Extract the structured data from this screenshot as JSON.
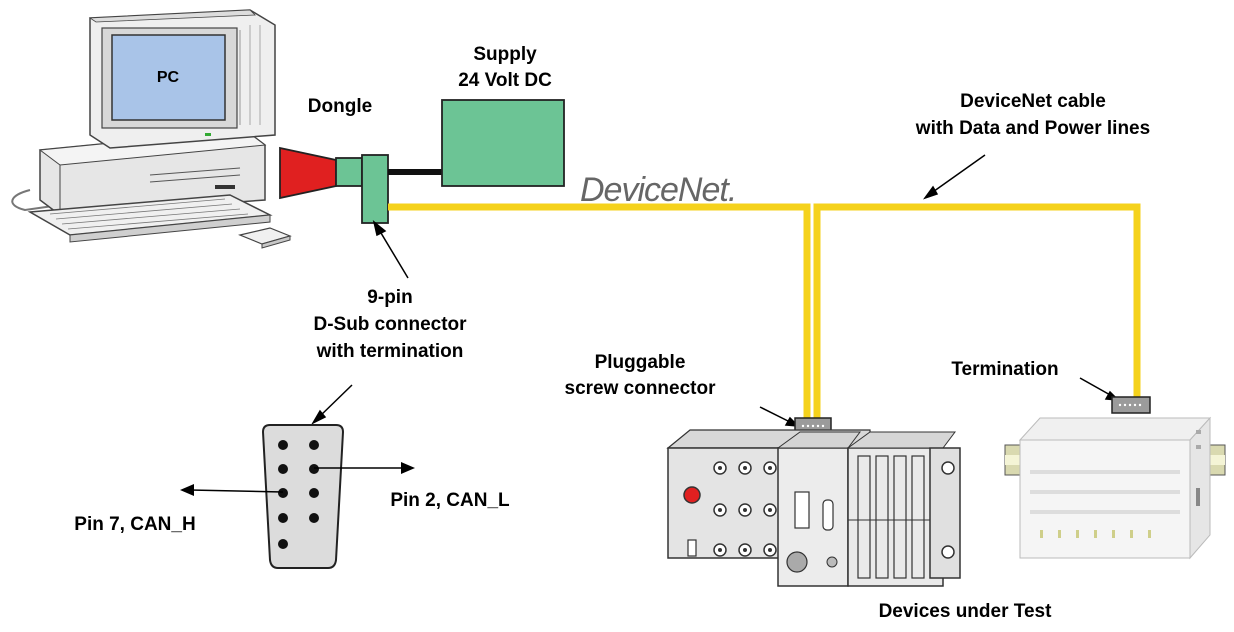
{
  "diagram": {
    "labels": {
      "pc": "PC",
      "dongle": "Dongle",
      "supply_line1": "Supply",
      "supply_line2": "24 Volt DC",
      "cable_line1": "DeviceNet cable",
      "cable_line2": "with Data and Power lines",
      "dsub_line1": "9-pin",
      "dsub_line2": "D-Sub connector",
      "dsub_line3": "with termination",
      "pluggable_line1": "Pluggable",
      "pluggable_line2": "screw connector",
      "termination": "Termination",
      "pin7": "Pin 7, CAN_H",
      "pin2": "Pin 2, CAN_L",
      "devices": "Devices under Test"
    },
    "logo_text": "DeviceNet.",
    "colors": {
      "cable": "#f5d21c",
      "supply_box": "#6cc495",
      "dongle": "#e02020",
      "connector": "#6cc495",
      "pc_screen": "#a9c4e8",
      "pc_body": "#ececec",
      "dsub_body": "#dcdcdc"
    }
  }
}
